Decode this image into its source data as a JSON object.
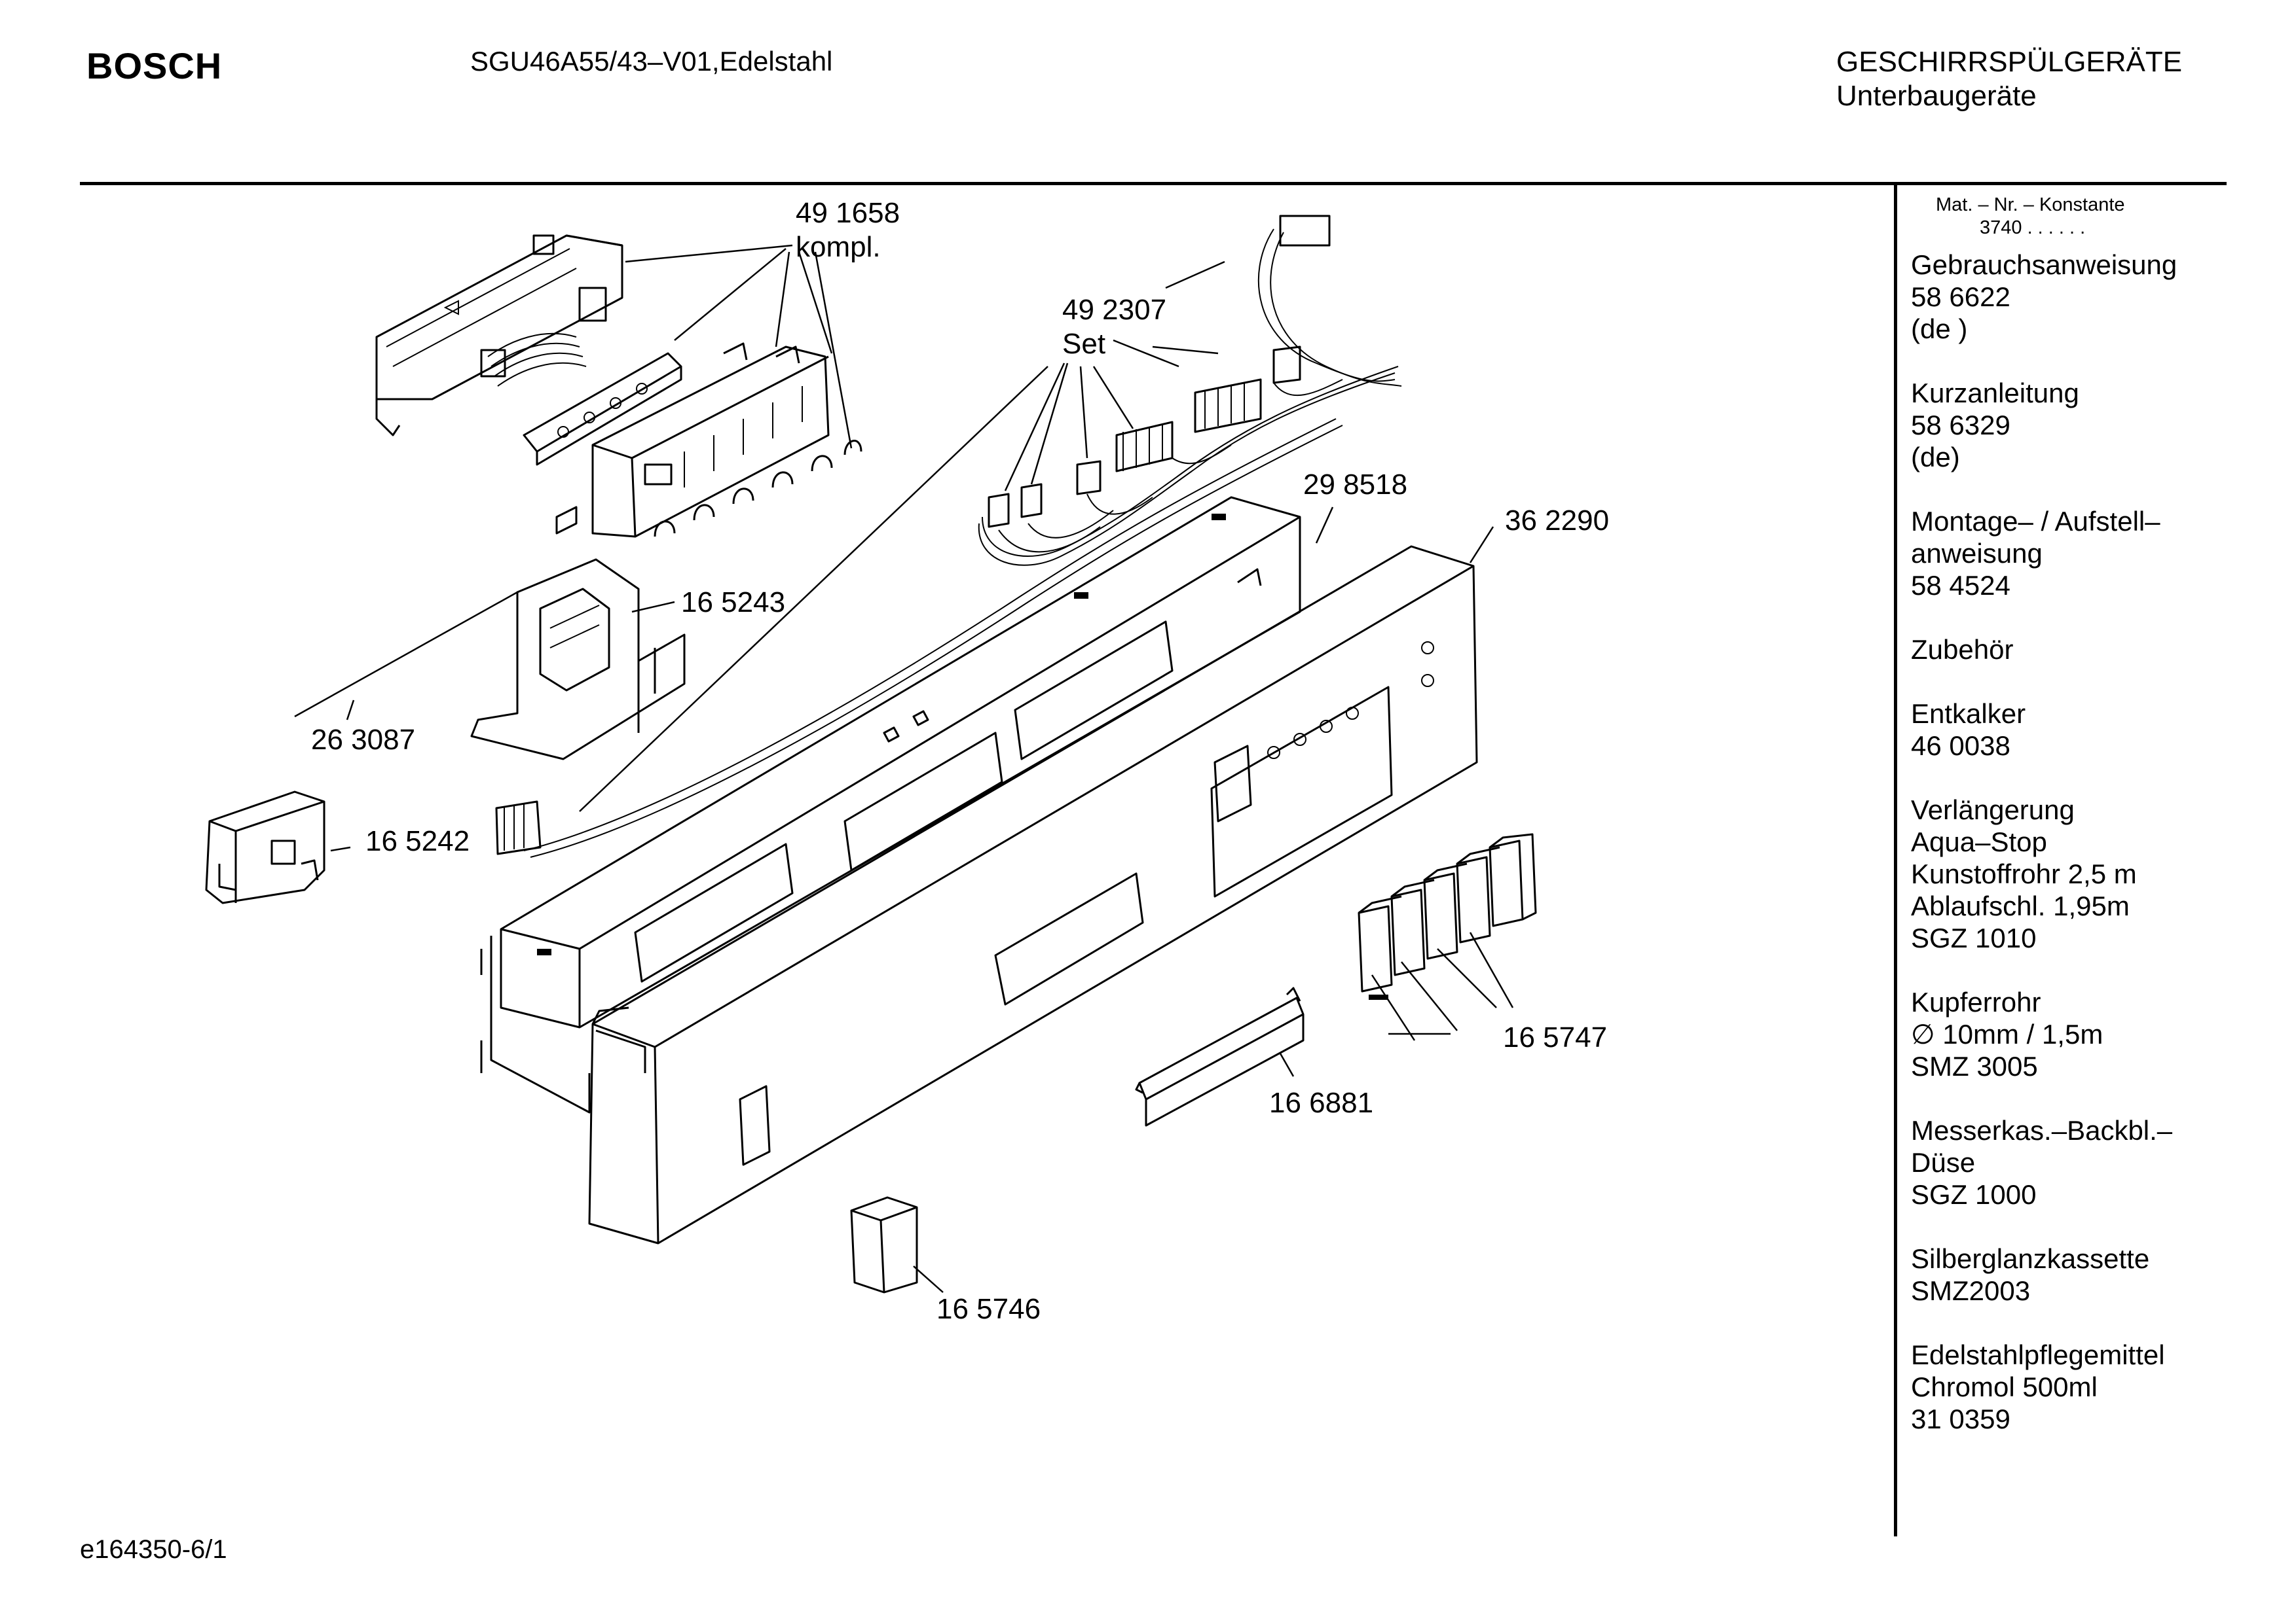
{
  "header": {
    "brand": "BOSCH",
    "model": "SGU46A55/43–V01,Edelstahl",
    "category_line1": "GESCHIRRSPÜLGERÄTE",
    "category_line2": "Unterbaugeräte"
  },
  "footer": {
    "drawing_id": "e164350-6/1"
  },
  "part_labels": {
    "p491658": "49 1658",
    "kompl": "kompl.",
    "p492307": "49 2307",
    "set": "Set",
    "p298518": "29 8518",
    "p362290": "36 2290",
    "p165243": "16 5243",
    "p263087": "26 3087",
    "p165242": "16 5242",
    "p165747": "16 5747",
    "p166881": "16 6881",
    "p165746": "16 5746"
  },
  "sidebar": {
    "header_line1": "Mat. – Nr. – Konstante",
    "header_line2": "3740  .  .  .  .  .  .",
    "sections": [
      {
        "lines": [
          "Gebrauchsanweisung",
          "58 6622",
          "(de )"
        ]
      },
      {
        "lines": [
          "Kurzanleitung",
          "58 6329",
          "(de)"
        ]
      },
      {
        "lines": [
          "Montage– / Aufstell–",
          "anweisung",
          "58 4524"
        ]
      },
      {
        "lines": [
          "Zubehör"
        ]
      },
      {
        "lines": [
          "Entkalker",
          "46 0038"
        ]
      },
      {
        "lines": [
          "Verlängerung",
          "Aqua–Stop",
          "Kunstoffrohr 2,5 m",
          "Ablaufschl. 1,95m",
          "SGZ 1010"
        ]
      },
      {
        "lines": [
          "Kupferrohr",
          "∅ 10mm / 1,5m",
          "SMZ 3005"
        ]
      },
      {
        "lines": [
          "Messerkas.–Backbl.–",
          "Düse",
          "SGZ 1000"
        ]
      },
      {
        "lines": [
          "Silberglanzkassette",
          "SMZ2003"
        ]
      },
      {
        "lines": [
          "Edelstahlpflegemittel",
          "Chromol 500ml",
          "31 0359"
        ]
      }
    ]
  }
}
